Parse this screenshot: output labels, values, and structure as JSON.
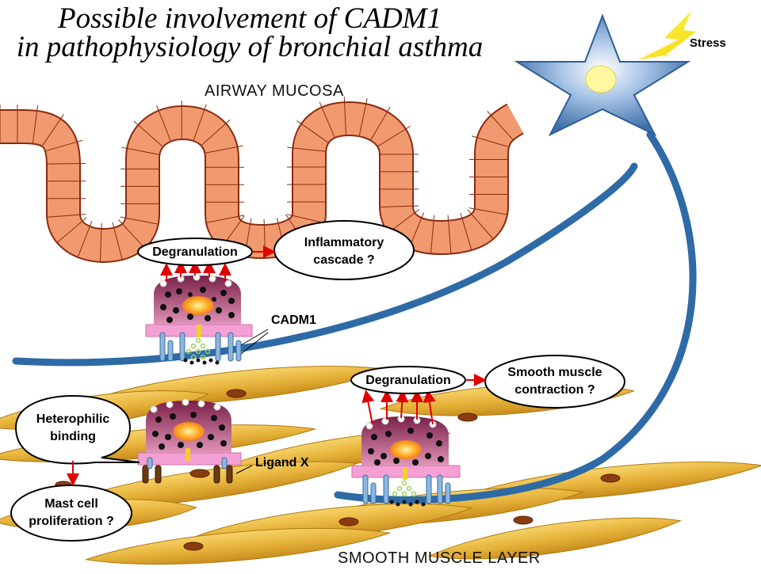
{
  "title": {
    "line1": "Possible involvement of CADM1",
    "line2": "in pathophysiology of bronchial asthma"
  },
  "regions": {
    "airway": "AIRWAY MUCOSA",
    "smooth_muscle": "SMOOTH MUSCLE LAYER"
  },
  "stress": {
    "label": "Stress",
    "icon": "lightning-bolt-icon"
  },
  "upper_mast_cell": {
    "degranulation": "Degranulation",
    "outcome_line1": "Inflammatory",
    "outcome_line2": "cascade ?",
    "cadm1": "CADM1"
  },
  "left_mast_cell": {
    "binding_line1": "Heterophilic",
    "binding_line2": "binding",
    "proliferation_line1": "Mast cell",
    "proliferation_line2": "proliferation ?",
    "ligand": "Ligand X"
  },
  "lower_mast_cell": {
    "degranulation": "Degranulation",
    "outcome_line1": "Smooth muscle",
    "outcome_line2": "contraction ?"
  },
  "colors": {
    "epithelium": "#f29a6f",
    "nerve": "#2e6aa6",
    "muscle": "#e8b845",
    "mast_cell": "#a0406a",
    "arrow": "#e00000"
  }
}
